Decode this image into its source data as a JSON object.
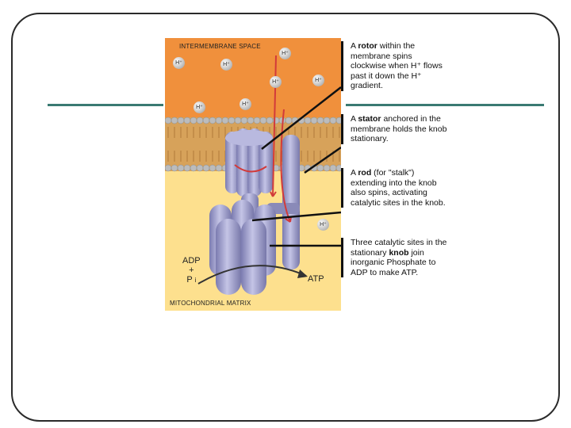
{
  "diagram": {
    "labels": {
      "intermembrane_space": "INTERMEMBRANE SPACE",
      "mitochondrial_matrix": "MITOCHONDRIAL MATRIX",
      "adp": "ADP",
      "plus": "+",
      "pi": "P",
      "pi_sub": "i",
      "atp": "ATP"
    },
    "ions": [
      "H⁺",
      "H⁺",
      "H⁺",
      "H⁺",
      "H⁺",
      "H⁺",
      "H⁺",
      "H⁺"
    ],
    "colors": {
      "intermembrane": "#f0903c",
      "matrix": "#fde08e",
      "membrane_heads": "#bcbcbc",
      "membrane_tails": "#d7a25a",
      "protein": "#9d9dc9",
      "protein_dark": "#6e6e9e",
      "arrow": "#d23a3a",
      "rule": "#3a7a72"
    }
  },
  "callouts": [
    {
      "pre": "A ",
      "bold": "rotor",
      "post": " within the membrane spins clockwise when H⁺ flows past  it down the H⁺ gradient."
    },
    {
      "pre": "A ",
      "bold": "stator",
      "post": " anchored in the membrane holds the knob stationary."
    },
    {
      "pre": "A ",
      "bold": "rod",
      "post": " (for \"stalk\") extending into the knob also spins, activating catalytic sites in the knob."
    },
    {
      "pre": "Three catalytic sites in the stationary ",
      "bold": "knob",
      "post": " join inorganic Phosphate to ADP to make ATP."
    }
  ]
}
